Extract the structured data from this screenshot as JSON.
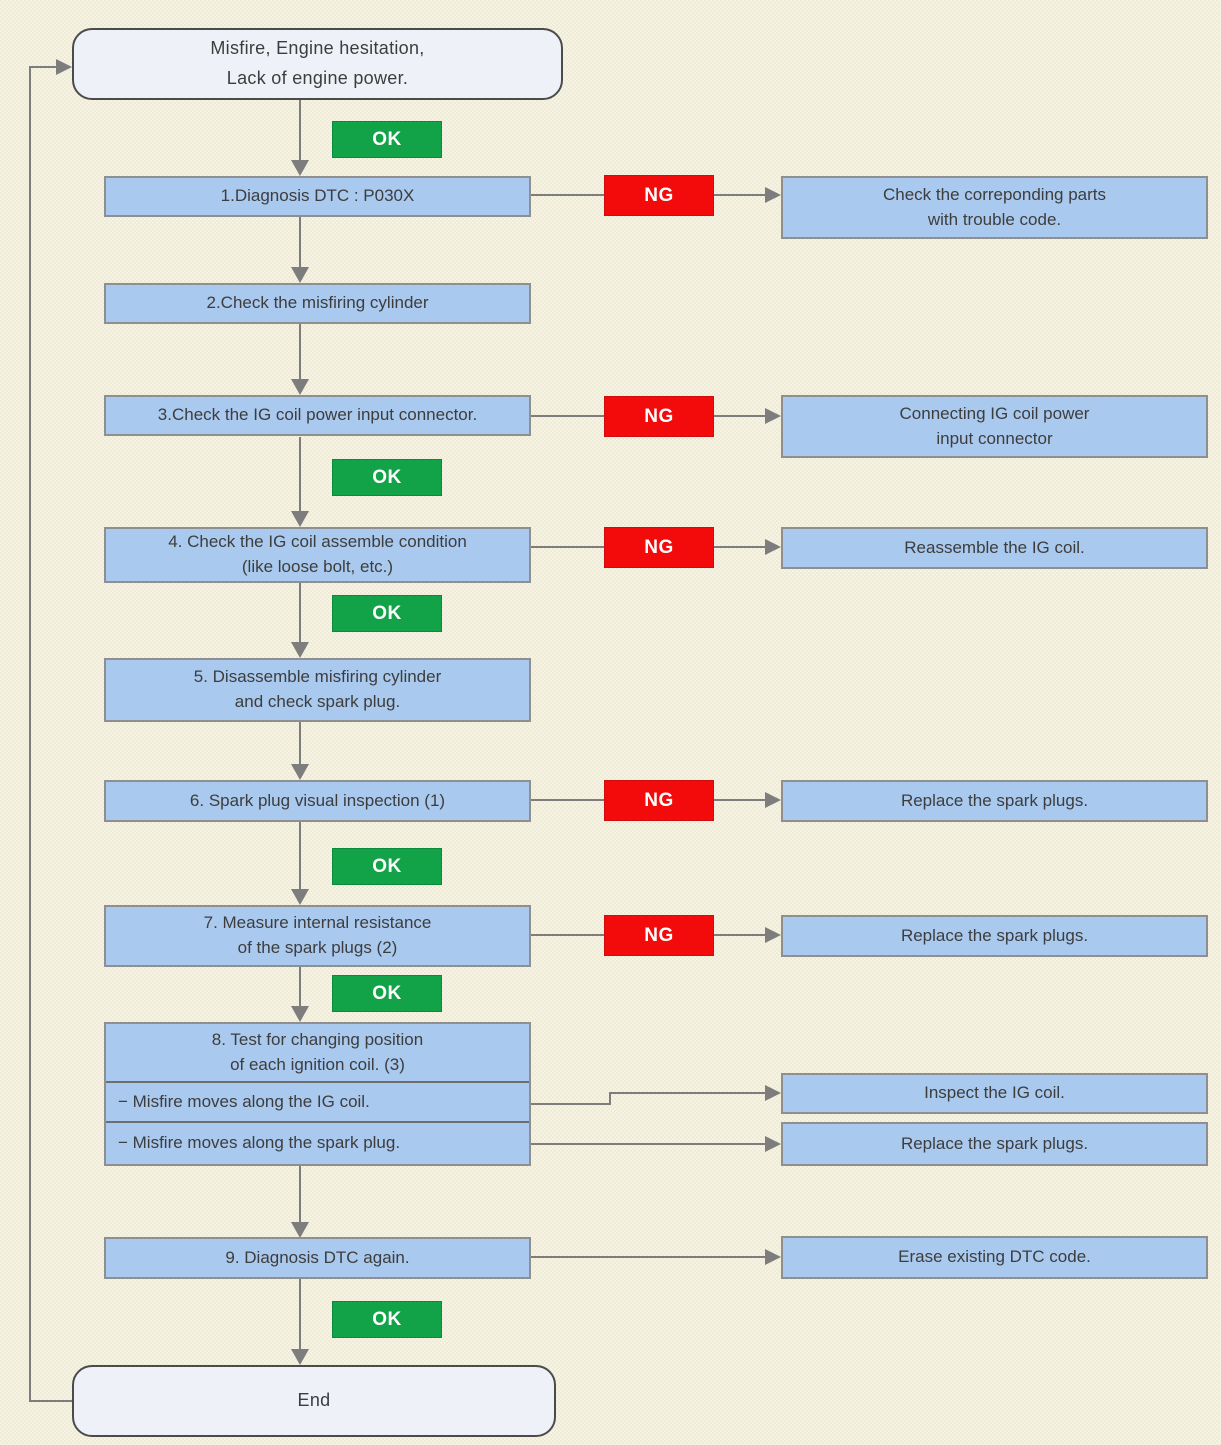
{
  "labels": {
    "ok": "OK",
    "ng": "NG"
  },
  "nodes": {
    "start": "Misfire, Engine hesitation,\nLack of engine power.",
    "step1": "1.Diagnosis DTC : P030X",
    "step2": "2.Check the misfiring cylinder",
    "step3": "3.Check the IG coil power input connector.",
    "step4": "4. Check the IG coil assemble condition\n(like loose bolt, etc.)",
    "step5": "5. Disassemble misfiring cylinder\nand check spark plug.",
    "step6": "6. Spark plug visual inspection (1)",
    "step7": "7. Measure internal resistance\nof the spark plugs (2)",
    "step8_header": "8. Test for changing position\nof each ignition coil. (3)",
    "step8_case_ig_coil": "− Misfire moves along the IG coil.",
    "step8_case_spark_plug": "− Misfire moves along the spark plug.",
    "step9": "9. Diagnosis DTC again.",
    "end": "End"
  },
  "actions": {
    "step1_ng": "Check the correponding parts\nwith trouble code.",
    "step3_ng": "Connecting IG coil power\ninput connector",
    "step4_ng": "Reassemble the IG coil.",
    "step6_ng": "Replace the spark plugs.",
    "step7_ng": "Replace the spark plugs.",
    "step8_ig_coil": "Inspect the IG coil.",
    "step8_spark_plug": "Replace the spark plugs.",
    "step9_action": "Erase existing DTC code."
  },
  "colors": {
    "background": "#f2efdd",
    "process_fill": "#a9c9ee",
    "process_border": "#8f8f8f",
    "terminal_fill": "#eef1f8",
    "terminal_border": "#4b4b4b",
    "ng_fill": "#f30b0b",
    "ok_fill": "#12a348",
    "line": "#7d7d7d",
    "text": "#3d3d3d"
  }
}
